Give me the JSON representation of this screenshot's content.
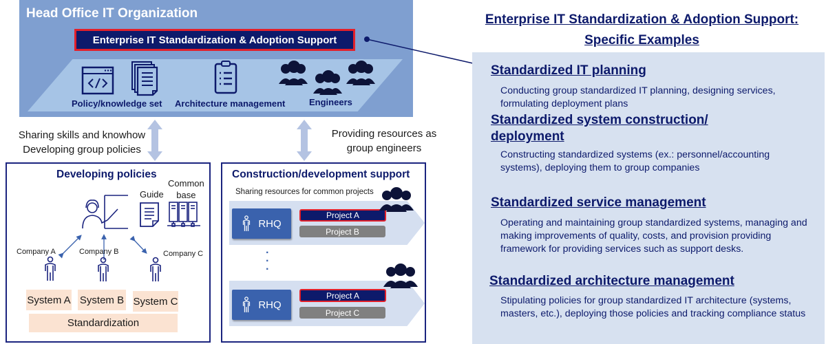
{
  "head_office": {
    "title": "Head Office IT Organization",
    "support_label": "Enterprise IT Standardization  & Adoption Support",
    "assets": [
      {
        "label": "Policy/knowledge set",
        "icons": [
          "code-window-icon",
          "documents-icon"
        ]
      },
      {
        "label": "Architecture management",
        "icons": [
          "clipboard-checklist-icon"
        ]
      },
      {
        "label": "Engineers",
        "icons": [
          "people-group-icon"
        ]
      }
    ]
  },
  "flows": {
    "left": [
      "Sharing skills and knowhow",
      "Developing group policies"
    ],
    "right": [
      "Providing resources as",
      "group engineers"
    ]
  },
  "policies": {
    "title": "Developing policies",
    "guide_label": "Guide",
    "common_base_label": [
      "Common",
      "base"
    ],
    "companies": [
      "Company A",
      "Company B",
      "Company C"
    ],
    "systems": [
      "System A",
      "System B",
      "System C"
    ],
    "standardization_label": "Standardization"
  },
  "construction": {
    "title": "Construction/development support",
    "subtitle": "Sharing resources for common projects",
    "lanes": [
      {
        "rhq": "RHQ",
        "projects": [
          "Project A",
          "Project B"
        ]
      },
      {
        "rhq": "RHQ",
        "projects": [
          "Project A",
          "Project C"
        ]
      }
    ],
    "ellipsis": "⋮"
  },
  "examples": {
    "title_line1": "Enterprise IT Standardization & Adoption Support:",
    "title_line2": "Specific Examples",
    "items": [
      {
        "heading": "Standardized IT planning",
        "body": "Conducting group standardized IT planning, designing services, formulating deployment plans"
      },
      {
        "heading": "Standardized system construction/ deployment",
        "body": "Constructing standardized systems (ex.: personnel/accounting systems), deploying them to group companies"
      },
      {
        "heading": "Standardized service management",
        "body": "Operating and maintaining group standardized systems, managing and making improvements of quality, costs, and provision providing framework for providing services such as support desks."
      },
      {
        "heading": "Standardized architecture management",
        "body": "Stipulating policies for group standardized IT architecture (systems, masters, etc.), deploying those policies and tracking compliance status"
      }
    ]
  },
  "colors": {
    "navy": "#0d1a6b",
    "head_office_bg": "#7f9fd0",
    "band_bg": "#a6c4e6",
    "highlight_red": "#e3202a",
    "panel_bg": "#d7e1f0",
    "system_bg": "#fbe3d2",
    "rhq_bg": "#3a62ad",
    "project_gray": "#808080"
  }
}
